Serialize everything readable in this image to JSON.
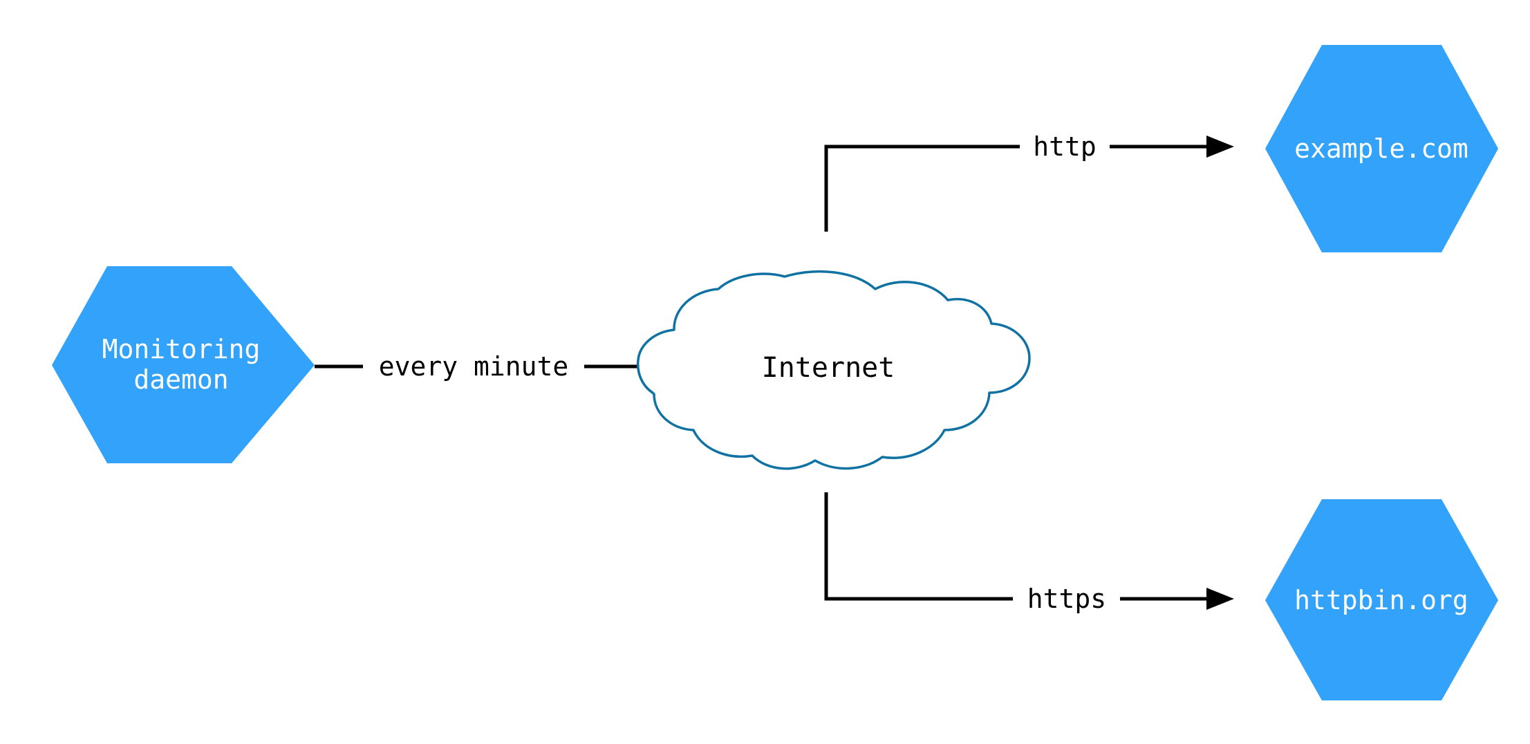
{
  "diagram": {
    "type": "network-flow-diagram",
    "background_color": "#ffffff",
    "node_fill_color": "#33a2fa",
    "node_text_color": "#ffffff",
    "cloud_stroke_color": "#0f72a3",
    "edge_color": "#000000",
    "nodes": [
      {
        "id": "monitoring-daemon",
        "shape": "hexagon",
        "label_line_1": "Monitoring",
        "label_line_2": "daemon"
      },
      {
        "id": "internet",
        "shape": "cloud",
        "label": "Internet"
      },
      {
        "id": "example-com",
        "shape": "hexagon",
        "label": "example.com"
      },
      {
        "id": "httpbin-org",
        "shape": "hexagon",
        "label": "httpbin.org"
      }
    ],
    "edges": [
      {
        "id": "daemon-to-internet",
        "from": "monitoring-daemon",
        "to": "internet",
        "label": "every minute"
      },
      {
        "id": "internet-to-example",
        "from": "internet",
        "to": "example-com",
        "label": "http"
      },
      {
        "id": "internet-to-httpbin",
        "from": "internet",
        "to": "httpbin-org",
        "label": "https"
      }
    ]
  }
}
